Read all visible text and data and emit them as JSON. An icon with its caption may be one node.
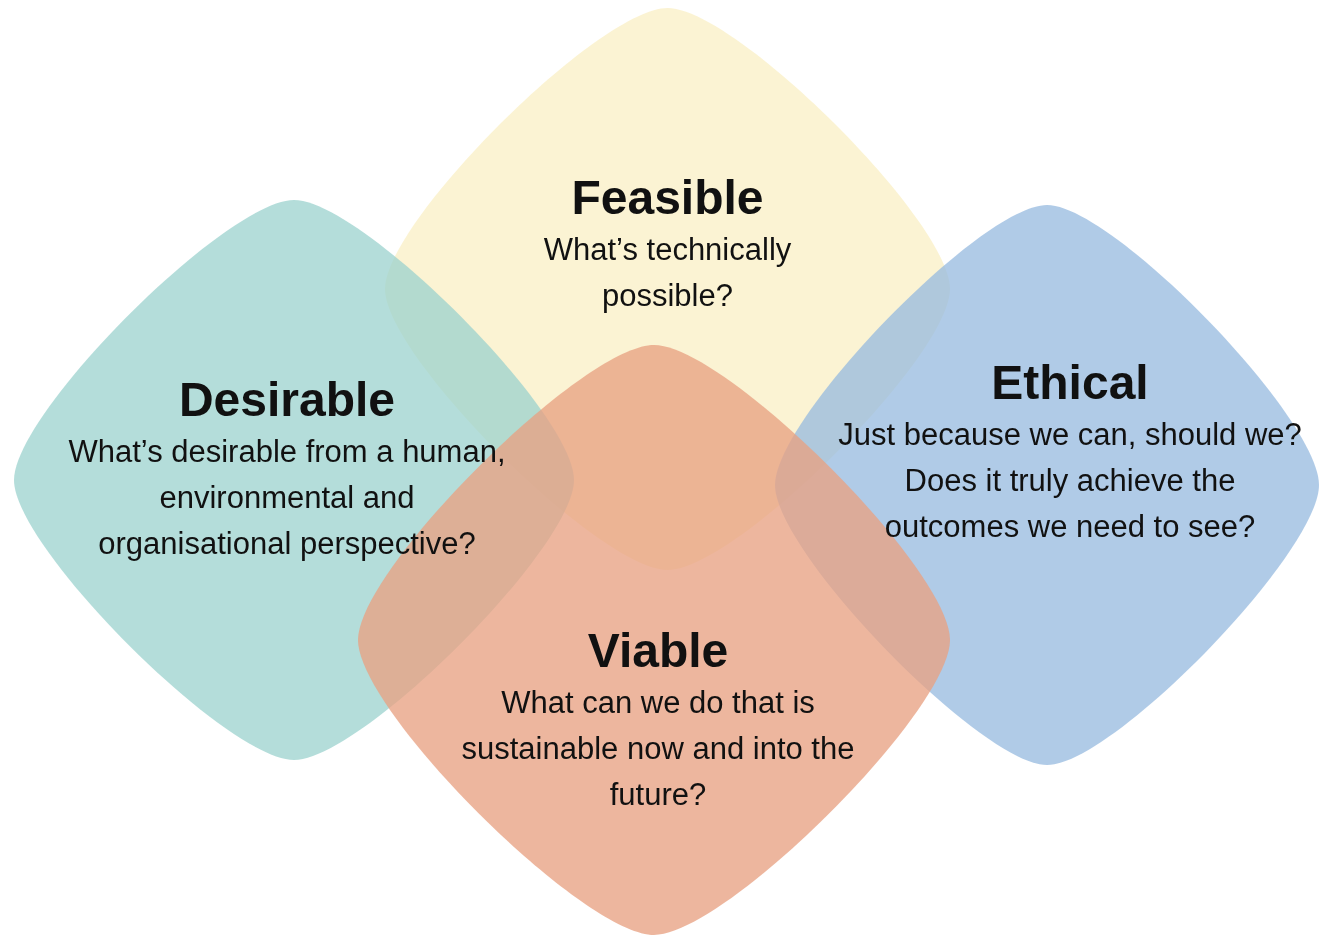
{
  "diagram": {
    "nodes": [
      {
        "text": [
          "Feasible",
          "What’s technically possible?"
        ]
      },
      {
        "text": [
          "Desirable",
          "What’s desirable from a human, environmental and organisational perspective?"
        ]
      },
      {
        "text": [
          "Ethical",
          "Just because we can, should we? Does it truly achieve the outcomes we need to see?"
        ]
      },
      {
        "text": [
          "Viable",
          "What can we do that is sustainable now and into the future?"
        ]
      }
    ]
  }
}
